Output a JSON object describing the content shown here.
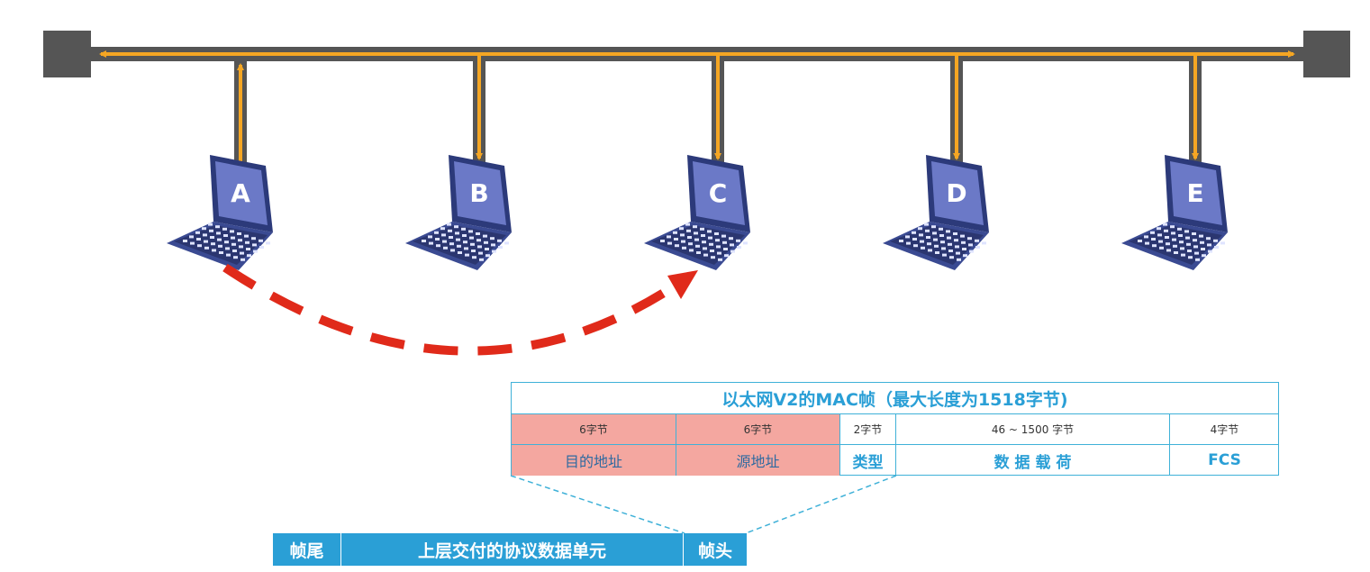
{
  "colors": {
    "bus_dark": "#555555",
    "signal": "#f5a623",
    "arrow_red": "#e02a1a",
    "frame_blue": "#2a9fd6",
    "pink": "#f4a7a0"
  },
  "hosts": [
    {
      "label": "A"
    },
    {
      "label": "B"
    },
    {
      "label": "C"
    },
    {
      "label": "D"
    },
    {
      "label": "E"
    }
  ],
  "frame": {
    "title": "以太网V2的MAC帧（最大长度为1518字节)",
    "fields": [
      {
        "size": "6字节",
        "name": "目的地址",
        "highlight": true
      },
      {
        "size": "6字节",
        "name": "源地址",
        "highlight": true
      },
      {
        "size": "2字节",
        "name": "类型",
        "highlight": false
      },
      {
        "size": "46 ~ 1500 字节",
        "name": "数 据 载 荷",
        "highlight": false
      },
      {
        "size": "4字节",
        "name": "FCS",
        "highlight": false
      }
    ]
  },
  "bottom_bar": {
    "trailer": "帧尾",
    "payload": "上层交付的协议数据单元",
    "header": "帧头"
  }
}
